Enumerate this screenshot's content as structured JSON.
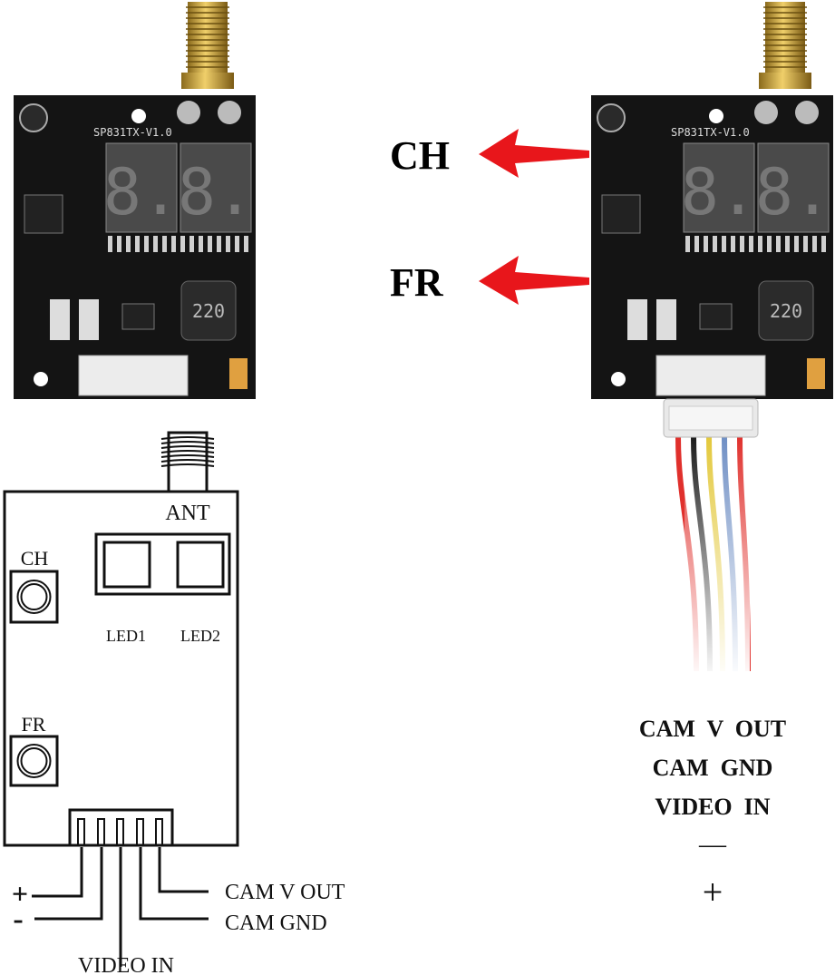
{
  "photo": {
    "board_silkscreen": "SP831TX-V1.0",
    "inductor_marking": "220",
    "display_digits": [
      "8.",
      "8."
    ],
    "callouts": [
      {
        "label": "CH",
        "arrow_color": "#e8161b"
      },
      {
        "label": "FR",
        "arrow_color": "#e8161b"
      }
    ],
    "wire_colors": [
      "#e0302c",
      "#1a1a1a",
      "#e3c83a",
      "#6f8fc4",
      "#e0302c"
    ]
  },
  "schematic": {
    "antenna_label": "ANT",
    "ch_label": "CH",
    "fr_label": "FR",
    "led1_label": "LED1",
    "led2_label": "LED2",
    "plus_label": "+",
    "minus_label": "-",
    "video_in_label": "VIDEO IN",
    "cam_v_out_label": "CAM V OUT",
    "cam_gnd_label": "CAM GND"
  },
  "wire_legend": {
    "items": [
      "CAM  V  OUT",
      "CAM  GND",
      "VIDEO  IN",
      "—",
      "+"
    ]
  }
}
